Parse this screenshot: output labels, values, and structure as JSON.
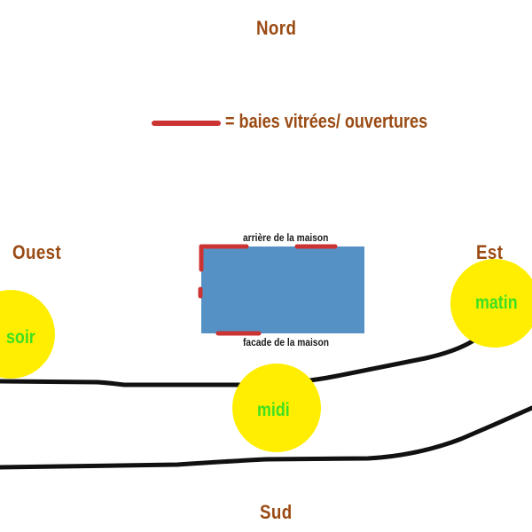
{
  "directions": {
    "north": "Nord",
    "south": "Sud",
    "west": "Ouest",
    "east": "Est"
  },
  "legend": {
    "text": "= baies vitrées/ ouvertures",
    "line_color": "#cc3333"
  },
  "house": {
    "back_label": "arrière de la maison",
    "front_label": "facade de la maison",
    "fill_color": "#5591c4",
    "openings_color": "#cc3333"
  },
  "suns": [
    {
      "label": "soir"
    },
    {
      "label": "midi"
    },
    {
      "label": "matin"
    }
  ],
  "colors": {
    "sun": "#ffee00",
    "sun_label": "#3fe021",
    "direction_text": "#9a4a12",
    "path_line": "#111111"
  }
}
